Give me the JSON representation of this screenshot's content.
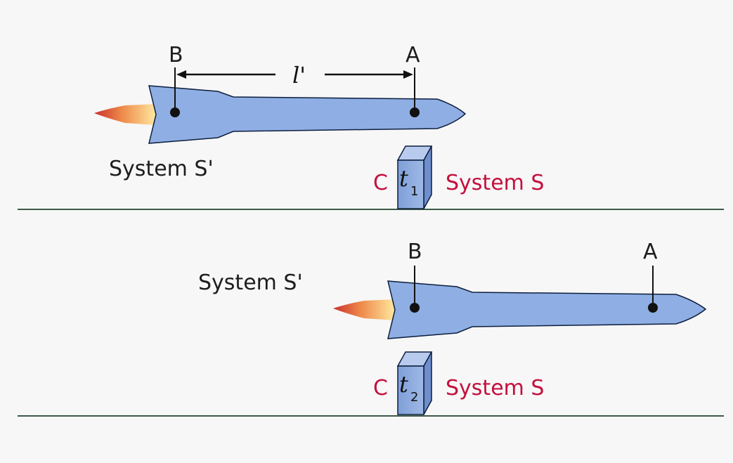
{
  "top_panel": {
    "point_b": "B",
    "point_a": "A",
    "length_label": "l'",
    "moving_system": "System S'",
    "clock_letter": "C",
    "clock_time_symbol": "t",
    "clock_time_index": "1",
    "rest_system": "System S"
  },
  "bottom_panel": {
    "point_b": "B",
    "point_a": "A",
    "moving_system": "System S'",
    "clock_letter": "C",
    "clock_time_symbol": "t",
    "clock_time_index": "2",
    "rest_system": "System S"
  },
  "colors": {
    "background": "#f7f7f7",
    "rocket_fill": "#8faee4",
    "rocket_outline": "#0c1e3d",
    "label_red": "#c4103d",
    "ground_line": "#3d5a47"
  }
}
